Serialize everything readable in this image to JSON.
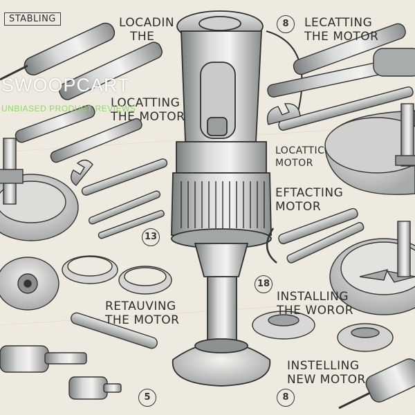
{
  "labels": {
    "top_left_tag": "STABLING",
    "top_center_line1": "LOCADIN",
    "top_center_line2": "THE",
    "top_right_line1": "LECATTING",
    "top_right_line2": "THE MOTOR",
    "mid_left_line1": "LOCATTING",
    "mid_left_line2": "THE MOTOR",
    "right_a_line1": "LOCATTIC",
    "right_a_line2": "MOTOR",
    "right_b_line1": "EFTACTING",
    "right_b_line2": "MOTOR",
    "bottom_left_line1": "RETAUVING",
    "bottom_left_line2": "THE MOTOR",
    "bottom_right_a_line1": "INSTALLING",
    "bottom_right_a_line2": "THE WOROR",
    "bottom_right_b_line1": "INSTELLING",
    "bottom_right_b_line2": "NEW MOTOR"
  },
  "step_numbers": {
    "s8": "8",
    "s13": "13",
    "s18": "18",
    "s5": "5",
    "s8b": "8"
  },
  "watermark": {
    "brand": "SWOOPCART",
    "tagline": "UNBIASED PRODUCT REVIEWS"
  },
  "colors": {
    "paper": "#efeadf",
    "ink": "#2c2c2c",
    "metal": "#b9bcbc",
    "metal_dark": "#6d7070",
    "watermark_green": "#8fd46a"
  }
}
